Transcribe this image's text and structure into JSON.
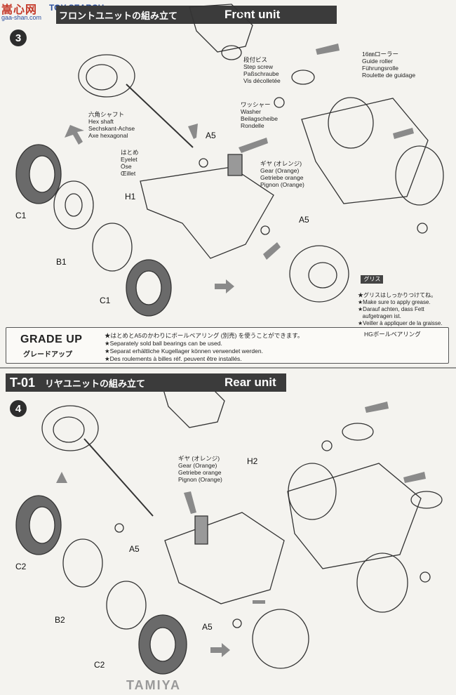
{
  "watermark": {
    "site_cn": "嵩心网",
    "site_en": "TOY SEARCH",
    "url": "gaa-shan.com"
  },
  "front": {
    "header_jp": "フロントユニットの組み立て",
    "header_en": "Front unit",
    "step": "3",
    "labels": {
      "hex_shaft": "六角シャフト\nHex shaft\nSechskant-Achse\nAxe hexagonal",
      "eyelet": "はとめ\nEyelet\nÖse\nŒillet",
      "gear": "ギヤ (オレンジ)\nGear (Orange)\nGetriebe orange\nPignon (Orange)",
      "step_screw": "段付ビス\nStep screw\nPaßschraube\nVis décolletée",
      "guide_roller": "16㎜ローラー\nGuide roller\nFührungsrolle\nRoulette de guidage",
      "washer": "ワッシャー\nWasher\nBeilagscheibe\nRondelle"
    },
    "refs": {
      "a5_top": "A5",
      "a5_right": "A5",
      "h1": "H1",
      "c1_top": "C1",
      "c1_bottom": "C1",
      "b1": "B1"
    },
    "grease": {
      "tag": "グリス",
      "text": "★グリスはしっかりつけてね。\n★Make sure to apply grease.\n★Darauf achten, dass Fett\n   aufgetragen ist.\n★Veiller à appliquer de la graisse."
    }
  },
  "grade_up": {
    "title_en": "GRADE UP",
    "title_jp": "グレードアップ",
    "text": "★はとめとA5のかわりにボールベアリング (別売) を使うことができます。\n★Separately sold ball bearings can be used.\n★Separat erhältliche Kugellager können verwendet werden.\n★Des roulements à billes réf. peuvent être installés.",
    "bearing_label": "HGボールベアリング"
  },
  "rear": {
    "code": "T-01",
    "header_jp": "リヤユニットの組み立て",
    "header_en": "Rear unit",
    "step": "4",
    "labels": {
      "gear": "ギヤ (オレンジ)\nGear (Orange)\nGetriebe orange\nPignon (Orange)"
    },
    "refs": {
      "h2": "H2",
      "a5_left": "A5",
      "a5_bottom": "A5",
      "c2_top": "C2",
      "c2_bottom": "C2",
      "b2": "B2"
    }
  },
  "footer": {
    "brand": "TAMIYA"
  }
}
